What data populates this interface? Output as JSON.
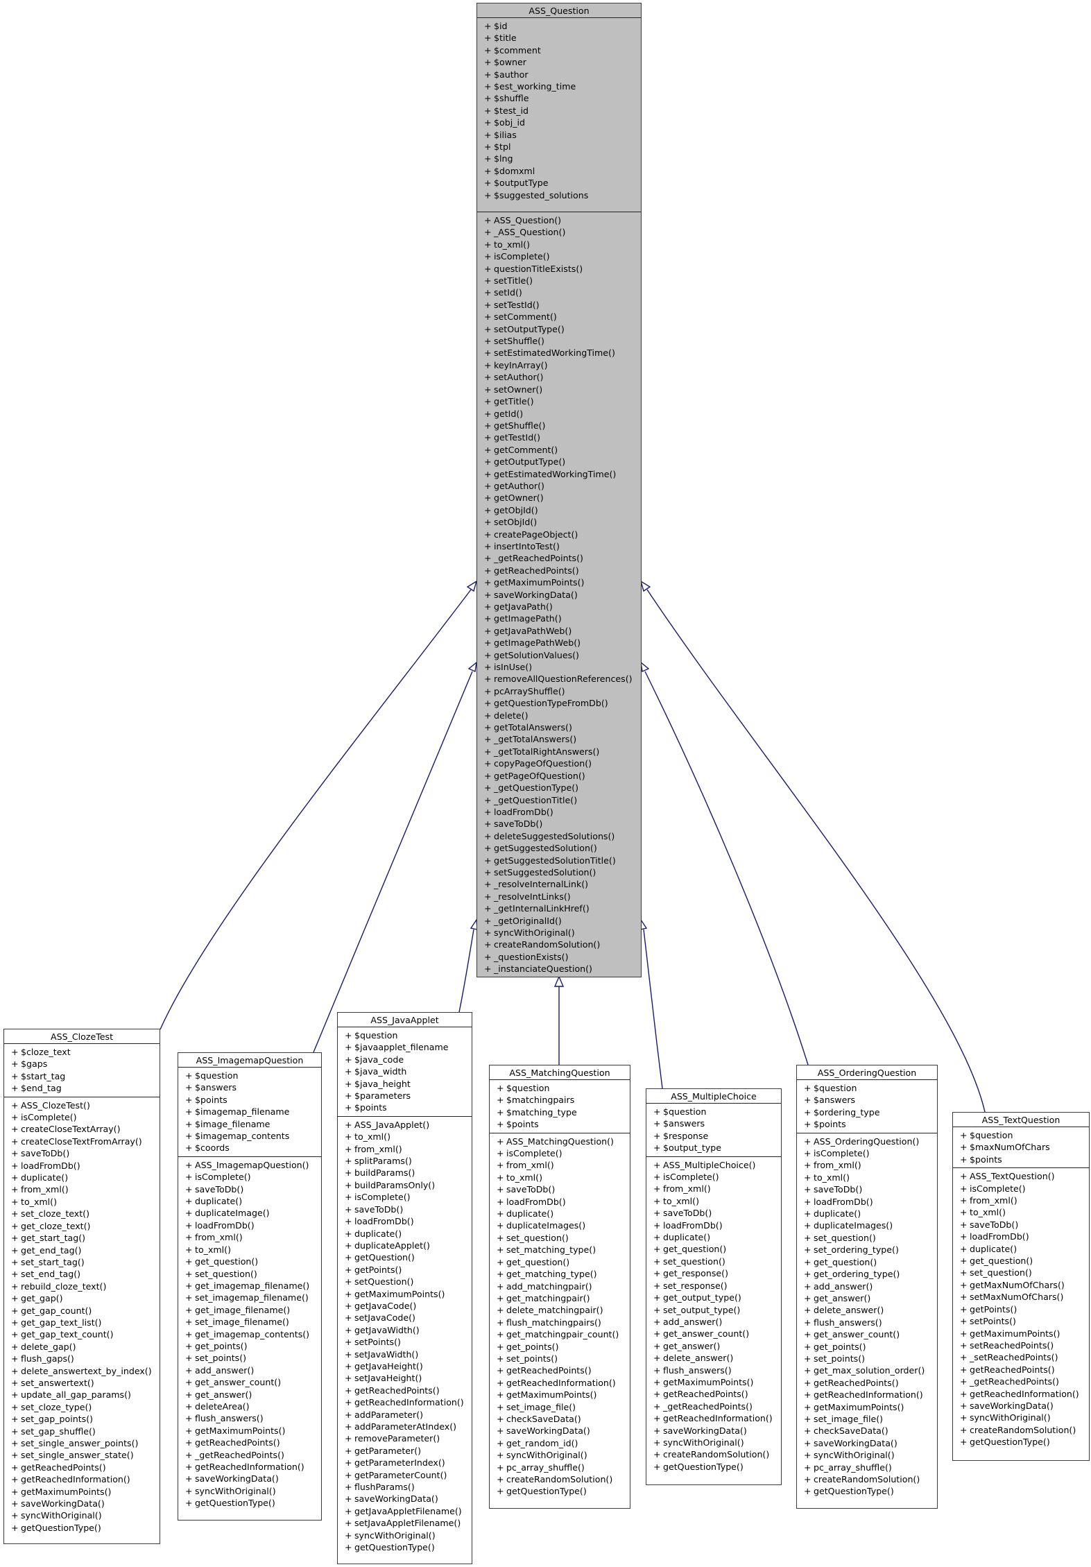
{
  "diagram": {
    "type": "uml-class-inheritance",
    "edge_color": "#191970",
    "base_fill": "#bfbfbf",
    "class_fill": "#ffffff"
  },
  "base_class": {
    "name": "ASS_Question",
    "attributes": [
      "$id",
      "$title",
      "$comment",
      "$owner",
      "$author",
      "$est_working_time",
      "$shuffle",
      "$test_id",
      "$obj_id",
      "$ilias",
      "$tpl",
      "$lng",
      "$domxml",
      "$outputType",
      "$suggested_solutions"
    ],
    "methods": [
      "ASS_Question()",
      "_ASS_Question()",
      "to_xml()",
      "isComplete()",
      "questionTitleExists()",
      "setTitle()",
      "setId()",
      "setTestId()",
      "setComment()",
      "setOutputType()",
      "setShuffle()",
      "setEstimatedWorkingTime()",
      "keyInArray()",
      "setAuthor()",
      "setOwner()",
      "getTitle()",
      "getId()",
      "getShuffle()",
      "getTestId()",
      "getComment()",
      "getOutputType()",
      "getEstimatedWorkingTime()",
      "getAuthor()",
      "getOwner()",
      "getObjId()",
      "setObjId()",
      "createPageObject()",
      "insertIntoTest()",
      "_getReachedPoints()",
      "getReachedPoints()",
      "getMaximumPoints()",
      "saveWorkingData()",
      "getJavaPath()",
      "getImagePath()",
      "getJavaPathWeb()",
      "getImagePathWeb()",
      "getSolutionValues()",
      "isInUse()",
      "removeAllQuestionReferences()",
      "pcArrayShuffle()",
      "getQuestionTypeFromDb()",
      "delete()",
      "getTotalAnswers()",
      "_getTotalAnswers()",
      "_getTotalRightAnswers()",
      "copyPageOfQuestion()",
      "getPageOfQuestion()",
      "_getQuestionType()",
      "_getQuestionTitle()",
      "loadFromDb()",
      "saveToDb()",
      "deleteSuggestedSolutions()",
      "getSuggestedSolution()",
      "getSuggestedSolutionTitle()",
      "setSuggestedSolution()",
      "_resolveInternalLink()",
      "_resolveIntLinks()",
      "_getInternalLinkHref()",
      "_getOriginalId()",
      "syncWithOriginal()",
      "createRandomSolution()",
      "_questionExists()",
      "_instanciateQuestion()"
    ]
  },
  "subclasses": [
    {
      "name": "ASS_ClozeTest",
      "attributes": [
        "$cloze_text",
        "$gaps",
        "$start_tag",
        "$end_tag"
      ],
      "methods": [
        "ASS_ClozeTest()",
        "isComplete()",
        "createCloseTextArray()",
        "createCloseTextFromArray()",
        "saveToDb()",
        "loadFromDb()",
        "duplicate()",
        "from_xml()",
        "to_xml()",
        "set_cloze_text()",
        "get_cloze_text()",
        "get_start_tag()",
        "get_end_tag()",
        "set_start_tag()",
        "set_end_tag()",
        "rebuild_cloze_text()",
        "get_gap()",
        "get_gap_count()",
        "get_gap_text_list()",
        "get_gap_text_count()",
        "delete_gap()",
        "flush_gaps()",
        "delete_answertext_by_index()",
        "set_answertext()",
        "update_all_gap_params()",
        "set_cloze_type()",
        "set_gap_points()",
        "set_gap_shuffle()",
        "set_single_answer_points()",
        "set_single_answer_state()",
        "getReachedPoints()",
        "getReachedInformation()",
        "getMaximumPoints()",
        "saveWorkingData()",
        "syncWithOriginal()",
        "getQuestionType()"
      ]
    },
    {
      "name": "ASS_ImagemapQuestion",
      "attributes": [
        "$question",
        "$answers",
        "$points",
        "$imagemap_filename",
        "$image_filename",
        "$imagemap_contents",
        "$coords"
      ],
      "methods": [
        "ASS_ImagemapQuestion()",
        "isComplete()",
        "saveToDb()",
        "duplicate()",
        "duplicateImage()",
        "loadFromDb()",
        "from_xml()",
        "to_xml()",
        "get_question()",
        "set_question()",
        "get_imagemap_filename()",
        "set_imagemap_filename()",
        "get_image_filename()",
        "set_image_filename()",
        "get_imagemap_contents()",
        "get_points()",
        "set_points()",
        "add_answer()",
        "get_answer_count()",
        "get_answer()",
        "deleteArea()",
        "flush_answers()",
        "getMaximumPoints()",
        "getReachedPoints()",
        "_getReachedPoints()",
        "getReachedInformation()",
        "saveWorkingData()",
        "syncWithOriginal()",
        "getQuestionType()"
      ]
    },
    {
      "name": "ASS_JavaApplet",
      "attributes": [
        "$question",
        "$javaapplet_filename",
        "$java_code",
        "$java_width",
        "$java_height",
        "$parameters",
        "$points"
      ],
      "methods": [
        "ASS_JavaApplet()",
        "to_xml()",
        "from_xml()",
        "splitParams()",
        "buildParams()",
        "buildParamsOnly()",
        "isComplete()",
        "saveToDb()",
        "loadFromDb()",
        "duplicate()",
        "duplicateApplet()",
        "getQuestion()",
        "getPoints()",
        "setQuestion()",
        "getMaximumPoints()",
        "getJavaCode()",
        "setJavaCode()",
        "getJavaWidth()",
        "setPoints()",
        "setJavaWidth()",
        "getJavaHeight()",
        "setJavaHeight()",
        "getReachedPoints()",
        "getReachedInformation()",
        "addParameter()",
        "addParameterAtIndex()",
        "removeParameter()",
        "getParameter()",
        "getParameterIndex()",
        "getParameterCount()",
        "flushParams()",
        "saveWorkingData()",
        "getJavaAppletFilename()",
        "setJavaAppletFilename()",
        "syncWithOriginal()",
        "getQuestionType()"
      ]
    },
    {
      "name": "ASS_MatchingQuestion",
      "attributes": [
        "$question",
        "$matchingpairs",
        "$matching_type",
        "$points"
      ],
      "methods": [
        "ASS_MatchingQuestion()",
        "isComplete()",
        "from_xml()",
        "to_xml()",
        "saveToDb()",
        "loadFromDb()",
        "duplicate()",
        "duplicateImages()",
        "set_question()",
        "set_matching_type()",
        "get_question()",
        "get_matching_type()",
        "add_matchingpair()",
        "get_matchingpair()",
        "delete_matchingpair()",
        "flush_matchingpairs()",
        "get_matchingpair_count()",
        "get_points()",
        "set_points()",
        "getReachedPoints()",
        "getReachedInformation()",
        "getMaximumPoints()",
        "set_image_file()",
        "checkSaveData()",
        "saveWorkingData()",
        "get_random_id()",
        "syncWithOriginal()",
        "pc_array_shuffle()",
        "createRandomSolution()",
        "getQuestionType()"
      ]
    },
    {
      "name": "ASS_MultipleChoice",
      "attributes": [
        "$question",
        "$answers",
        "$response",
        "$output_type"
      ],
      "methods": [
        "ASS_MultipleChoice()",
        "isComplete()",
        "from_xml()",
        "to_xml()",
        "saveToDb()",
        "loadFromDb()",
        "duplicate()",
        "get_question()",
        "set_question()",
        "get_response()",
        "set_response()",
        "get_output_type()",
        "set_output_type()",
        "add_answer()",
        "get_answer_count()",
        "get_answer()",
        "delete_answer()",
        "flush_answers()",
        "getMaximumPoints()",
        "getReachedPoints()",
        "_getReachedPoints()",
        "getReachedInformation()",
        "saveWorkingData()",
        "syncWithOriginal()",
        "createRandomSolution()",
        "getQuestionType()"
      ]
    },
    {
      "name": "ASS_OrderingQuestion",
      "attributes": [
        "$question",
        "$answers",
        "$ordering_type",
        "$points"
      ],
      "methods": [
        "ASS_OrderingQuestion()",
        "isComplete()",
        "from_xml()",
        "to_xml()",
        "saveToDb()",
        "loadFromDb()",
        "duplicate()",
        "duplicateImages()",
        "set_question()",
        "set_ordering_type()",
        "get_question()",
        "get_ordering_type()",
        "add_answer()",
        "get_answer()",
        "delete_answer()",
        "flush_answers()",
        "get_answer_count()",
        "get_points()",
        "set_points()",
        "get_max_solution_order()",
        "getReachedPoints()",
        "getReachedInformation()",
        "getMaximumPoints()",
        "set_image_file()",
        "checkSaveData()",
        "saveWorkingData()",
        "syncWithOriginal()",
        "pc_array_shuffle()",
        "createRandomSolution()",
        "getQuestionType()"
      ]
    },
    {
      "name": "ASS_TextQuestion",
      "attributes": [
        "$question",
        "$maxNumOfChars",
        "$points"
      ],
      "methods": [
        "ASS_TextQuestion()",
        "isComplete()",
        "from_xml()",
        "to_xml()",
        "saveToDb()",
        "loadFromDb()",
        "duplicate()",
        "get_question()",
        "set_question()",
        "getMaxNumOfChars()",
        "setMaxNumOfChars()",
        "getPoints()",
        "setPoints()",
        "getMaximumPoints()",
        "setReachedPoints()",
        "_setReachedPoints()",
        "getReachedPoints()",
        "_getReachedPoints()",
        "getReachedInformation()",
        "saveWorkingData()",
        "syncWithOriginal()",
        "createRandomSolution()",
        "getQuestionType()"
      ]
    }
  ],
  "visibility_symbol": "+"
}
